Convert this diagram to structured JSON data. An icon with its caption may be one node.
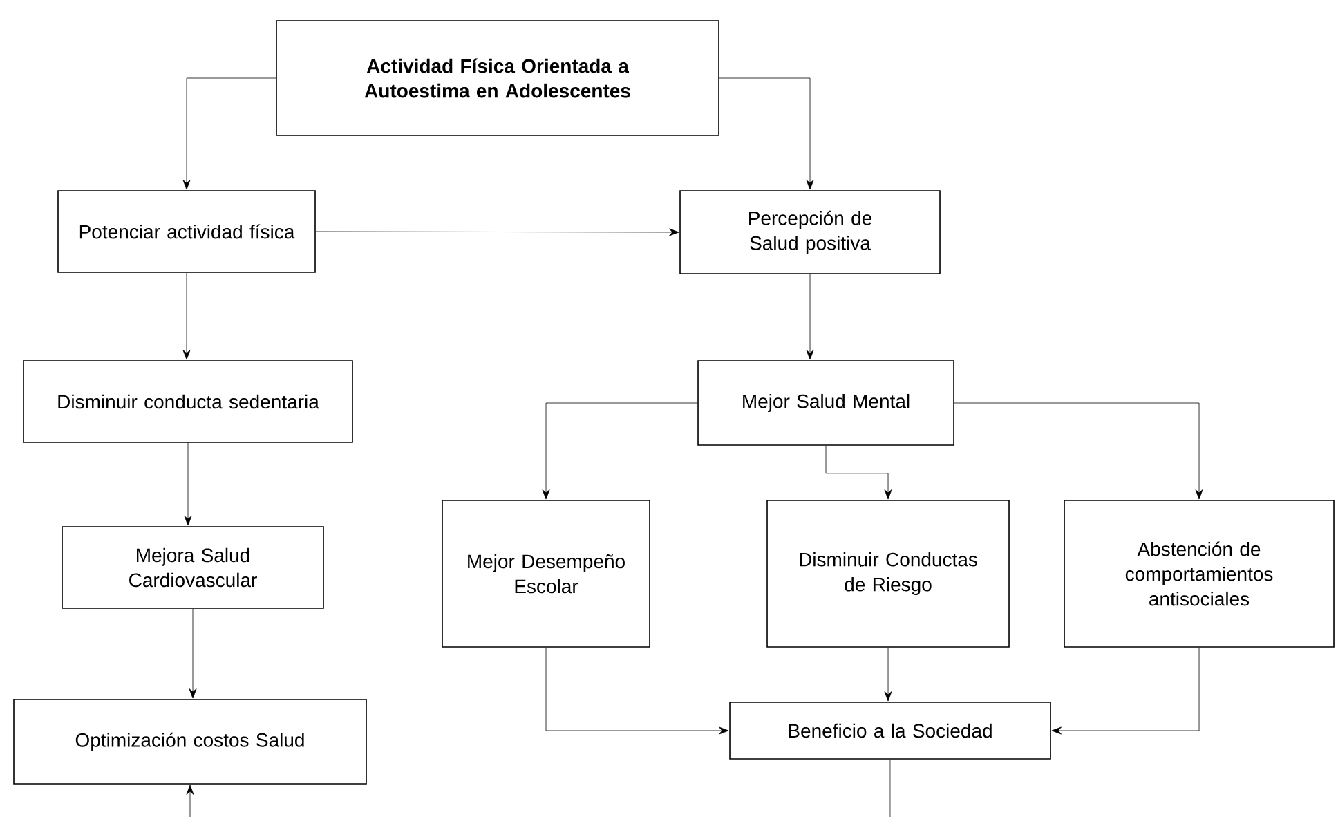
{
  "diagram": {
    "nodes": [
      {
        "text": [
          "Actividad Física Orientada a Autoestima en Adolescentes"
        ]
      },
      {
        "text": [
          "Potenciar actividad física"
        ]
      },
      {
        "text": [
          "Percepción de Salud positiva"
        ]
      },
      {
        "text": [
          "Disminuir conducta sedentaria"
        ]
      },
      {
        "text": [
          "Mejora Salud Cardiovascular"
        ]
      },
      {
        "text": [
          "Optimización costos Salud"
        ]
      },
      {
        "text": [
          "Mejor Salud Mental"
        ]
      },
      {
        "text": [
          "Mejor Desempeño Escolar"
        ]
      },
      {
        "text": [
          "Disminuir Conductas de Riesgo"
        ]
      },
      {
        "text": [
          "Abstención de comportamientos antisociales"
        ]
      },
      {
        "text": [
          "Beneficio a la Sociedad"
        ]
      }
    ],
    "edges": [
      {
        "from": 0,
        "to": 1,
        "arrow": "to"
      },
      {
        "from": 0,
        "to": 2,
        "arrow": "to"
      },
      {
        "from": 1,
        "to": 2,
        "arrow": "to"
      },
      {
        "from": 1,
        "to": 3,
        "arrow": "to"
      },
      {
        "from": 3,
        "to": 4,
        "arrow": "to"
      },
      {
        "from": 4,
        "to": 5,
        "arrow": "to"
      },
      {
        "from": null,
        "to": 5,
        "arrow": "to"
      },
      {
        "from": 2,
        "to": 6,
        "arrow": "to"
      },
      {
        "from": 6,
        "to": 7,
        "arrow": "to"
      },
      {
        "from": 6,
        "to": 8,
        "arrow": "to"
      },
      {
        "from": 6,
        "to": 9,
        "arrow": "to"
      },
      {
        "from": 7,
        "to": 10,
        "arrow": "to"
      },
      {
        "from": 8,
        "to": 10,
        "arrow": "to"
      },
      {
        "from": 9,
        "to": 10,
        "arrow": "to"
      },
      {
        "from": 10,
        "to": null,
        "arrow": "none"
      }
    ]
  }
}
